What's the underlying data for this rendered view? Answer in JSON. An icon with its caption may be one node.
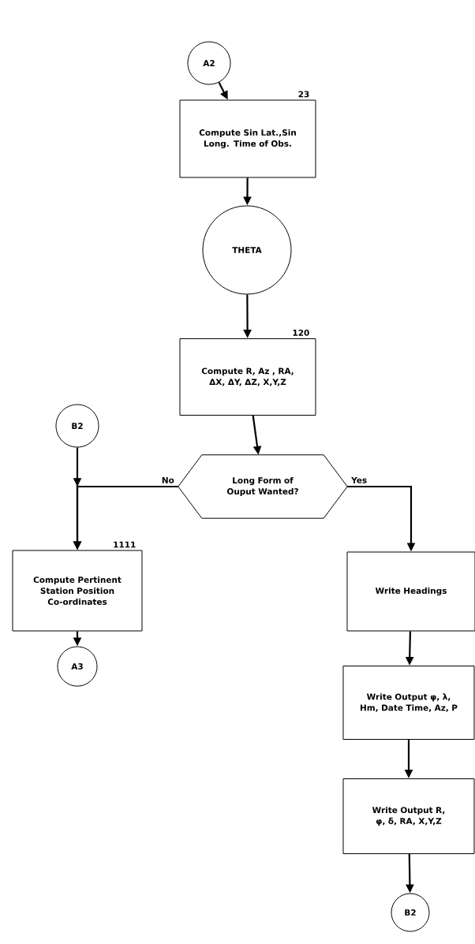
{
  "diagram": {
    "nodes": [
      {
        "text": [
          "A2"
        ]
      },
      {
        "text": [
          "Compute Sin Lat.,Sin Long. Time of Obs."
        ],
        "beside": [
          "23"
        ]
      },
      {
        "text": [
          "THETA"
        ]
      },
      {
        "text": [
          "Compute R, Az , RA, ΔX, ΔY, ΔZ, X,Y,Z"
        ],
        "beside": [
          "120"
        ]
      },
      {
        "text": [
          "Long Form of Ouput Wanted?"
        ]
      },
      {
        "text": [
          "B2"
        ]
      },
      {
        "text": [
          "Compute Pertinent Station Position Co-ordinates"
        ],
        "beside": [
          "1111"
        ]
      },
      {
        "text": [
          "A3"
        ]
      },
      {
        "text": [
          "Write Headings"
        ]
      },
      {
        "text": [
          "Write Output φ, λ, Hm, Date Time, Az, P"
        ]
      },
      {
        "text": [
          "Write Output R, φ, δ, RA, X,Y,Z"
        ]
      },
      {
        "text": [
          "B2"
        ]
      }
    ],
    "edges": [
      {
        "from": 0,
        "to": 1,
        "arrow": "to"
      },
      {
        "from": 1,
        "to": 2,
        "arrow": "to"
      },
      {
        "from": 2,
        "to": 3,
        "arrow": "to"
      },
      {
        "from": 3,
        "to": 4,
        "arrow": "to"
      },
      {
        "from": 4,
        "to": 6,
        "arrow": "to",
        "label": "No"
      },
      {
        "from": 5,
        "to": 6,
        "arrow": "to"
      },
      {
        "from": 6,
        "to": 7,
        "arrow": "to"
      },
      {
        "from": 4,
        "to": 8,
        "arrow": "to",
        "label": "Yes"
      },
      {
        "from": 8,
        "to": 9,
        "arrow": "to"
      },
      {
        "from": 9,
        "to": 10,
        "arrow": "to"
      },
      {
        "from": 10,
        "to": 11,
        "arrow": "to"
      }
    ]
  }
}
